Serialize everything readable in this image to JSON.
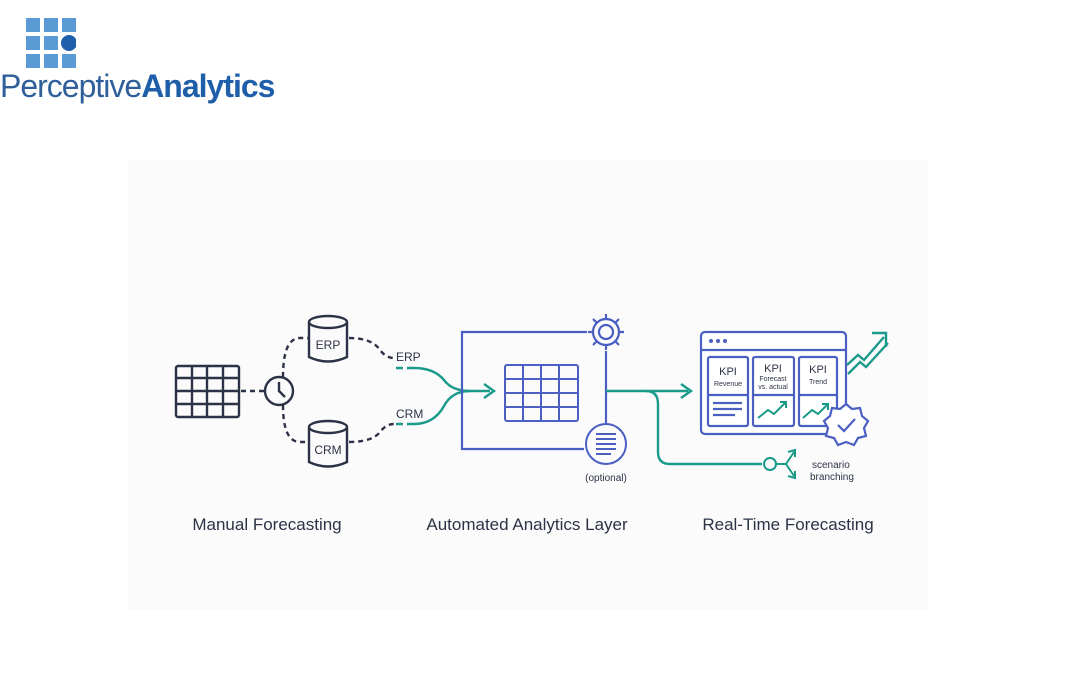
{
  "brand": {
    "name_light": "Perceptive",
    "name_bold": "Analytics",
    "color": "#1f5ea8",
    "light_color": "#5b9bd5"
  },
  "colors": {
    "navy": "#2c3346",
    "blue": "#4a5fc1",
    "teal": "#1a9a8a"
  },
  "stages": {
    "manual": {
      "caption": "Manual Forecasting",
      "db_top": "ERP",
      "db_bottom": "CRM"
    },
    "automated": {
      "caption": "Automated Analytics Layer",
      "in_top": "ERP",
      "in_bottom": "CRM",
      "optional": "(optional)"
    },
    "realtime": {
      "caption": "Real-Time Forecasting",
      "kpis": [
        {
          "title": "KPI",
          "sub": "Revenue"
        },
        {
          "title": "KPI",
          "sub_lines": [
            "Forecast",
            "vs. actual"
          ]
        },
        {
          "title": "KPI",
          "sub": "Trend"
        }
      ],
      "scenario_lines": [
        "scenario",
        "branching"
      ]
    }
  }
}
